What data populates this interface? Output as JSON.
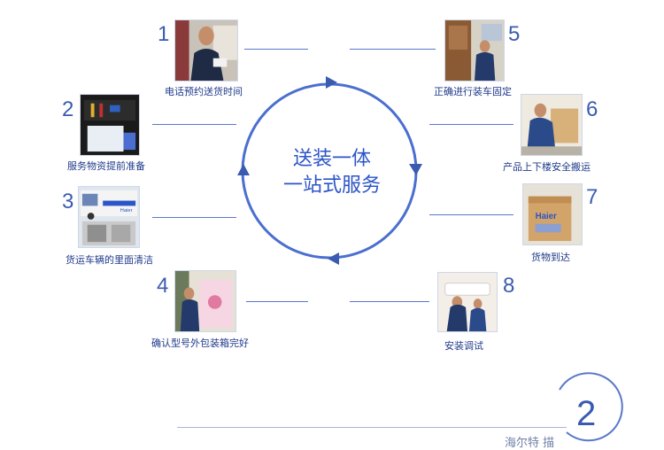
{
  "center": {
    "line1": "送装一体",
    "line2": "一站式服务"
  },
  "steps": [
    {
      "number": "1",
      "caption": "电话预约送货时间"
    },
    {
      "number": "2",
      "caption": "服务物资提前准备"
    },
    {
      "number": "3",
      "caption": "货运车辆的里面清洁"
    },
    {
      "number": "4",
      "caption": "确认型号外包装箱完好"
    },
    {
      "number": "5",
      "caption": "正确进行装车固定"
    },
    {
      "number": "6",
      "caption": "产品上下楼安全搬运"
    },
    {
      "number": "7",
      "caption": "货物到达"
    },
    {
      "number": "8",
      "caption": "安装调试"
    }
  ],
  "footer": {
    "big_number": "2",
    "text": "海尔特 描"
  },
  "colors": {
    "accent": "#3b5bb0",
    "circle": "#4a6fd0",
    "caption": "#1f3a8a"
  },
  "photo_labels": {
    "box_brand": "Haier",
    "van_brand": "Haier"
  }
}
